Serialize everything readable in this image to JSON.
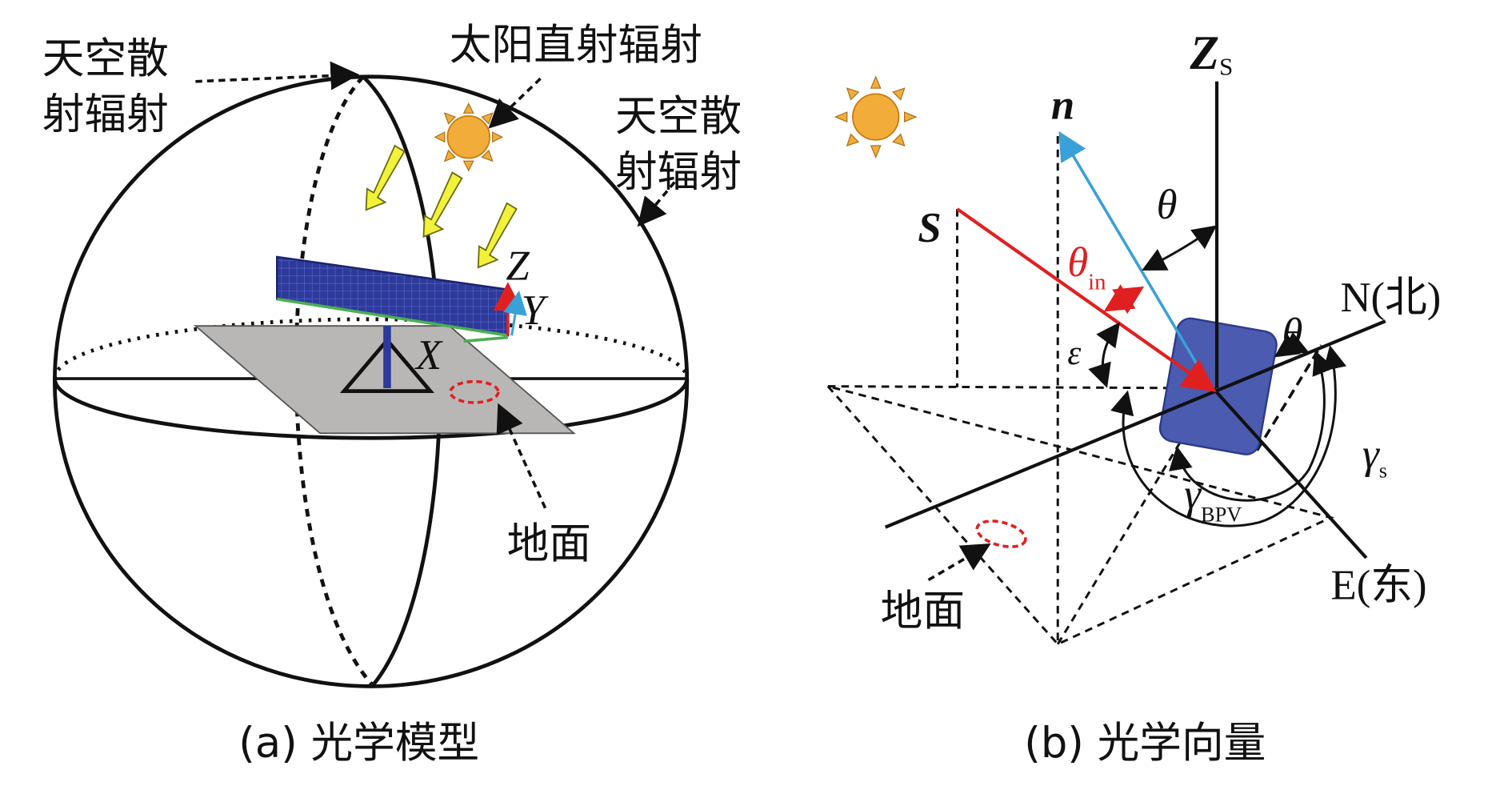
{
  "panel_a": {
    "label_sky_diffuse_left_1": "天空散",
    "label_sky_diffuse_left_2": "射辐射",
    "label_direct": "太阳直射辐射",
    "label_sky_diffuse_right_1": "天空散",
    "label_sky_diffuse_right_2": "射辐射",
    "axis_z": "Z",
    "axis_y": "Y",
    "axis_x": "X",
    "label_ground": "地面",
    "caption": "(a) 光学模型"
  },
  "panel_b": {
    "axis_zs": "Z",
    "axis_zs_sub": "S",
    "vector_n": "n",
    "vector_s": "S",
    "theta_top": "θ",
    "theta_in": "θ",
    "theta_in_sub": "in",
    "epsilon": "ε",
    "north": "N(北)",
    "theta_right": "θ",
    "gamma_s": "γ",
    "gamma_s_sub": "s",
    "gamma_bpv": "γ",
    "gamma_bpv_sub": "BPV",
    "east": "E(东)",
    "label_ground": "地面",
    "caption": "(b) 光学向量"
  },
  "colors": {
    "sun": "#f2ac3a",
    "panel": "#2d3a9a",
    "incident": "#e02020",
    "normal": "#3aa0d8",
    "box": "#4a5bb0",
    "ground": "#b9b7b6"
  }
}
